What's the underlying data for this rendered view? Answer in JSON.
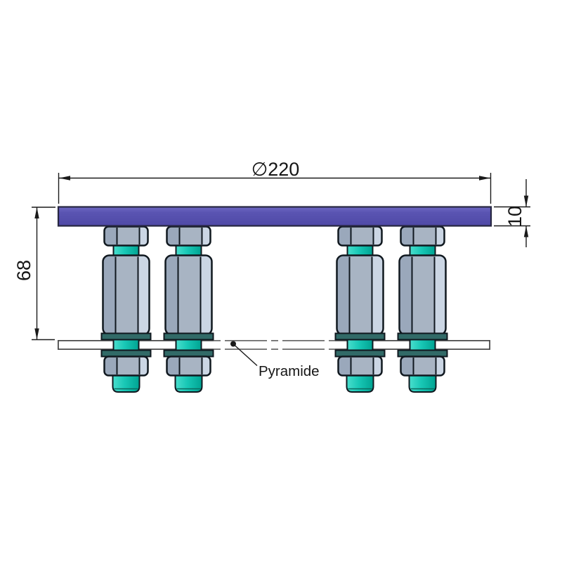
{
  "drawing": {
    "title": "standoff mounting plate side view",
    "dimensions": {
      "diameter": {
        "label": "∅220"
      },
      "plate_thickness": {
        "label": "10"
      },
      "standoff_height": {
        "label": "68"
      }
    },
    "callout": {
      "label": "Pyramide"
    },
    "colors": {
      "top_plate": "#5a54b0",
      "thread_teal": "#18c7b5",
      "washer": "#316a67",
      "metal_light": "#cbd6e4",
      "metal_mid": "#a8b4c3",
      "metal_dark": "#9aa8bb",
      "outline": "#10181f",
      "dimension_lines": "#1a1a1a",
      "background": "#ffffff"
    }
  }
}
